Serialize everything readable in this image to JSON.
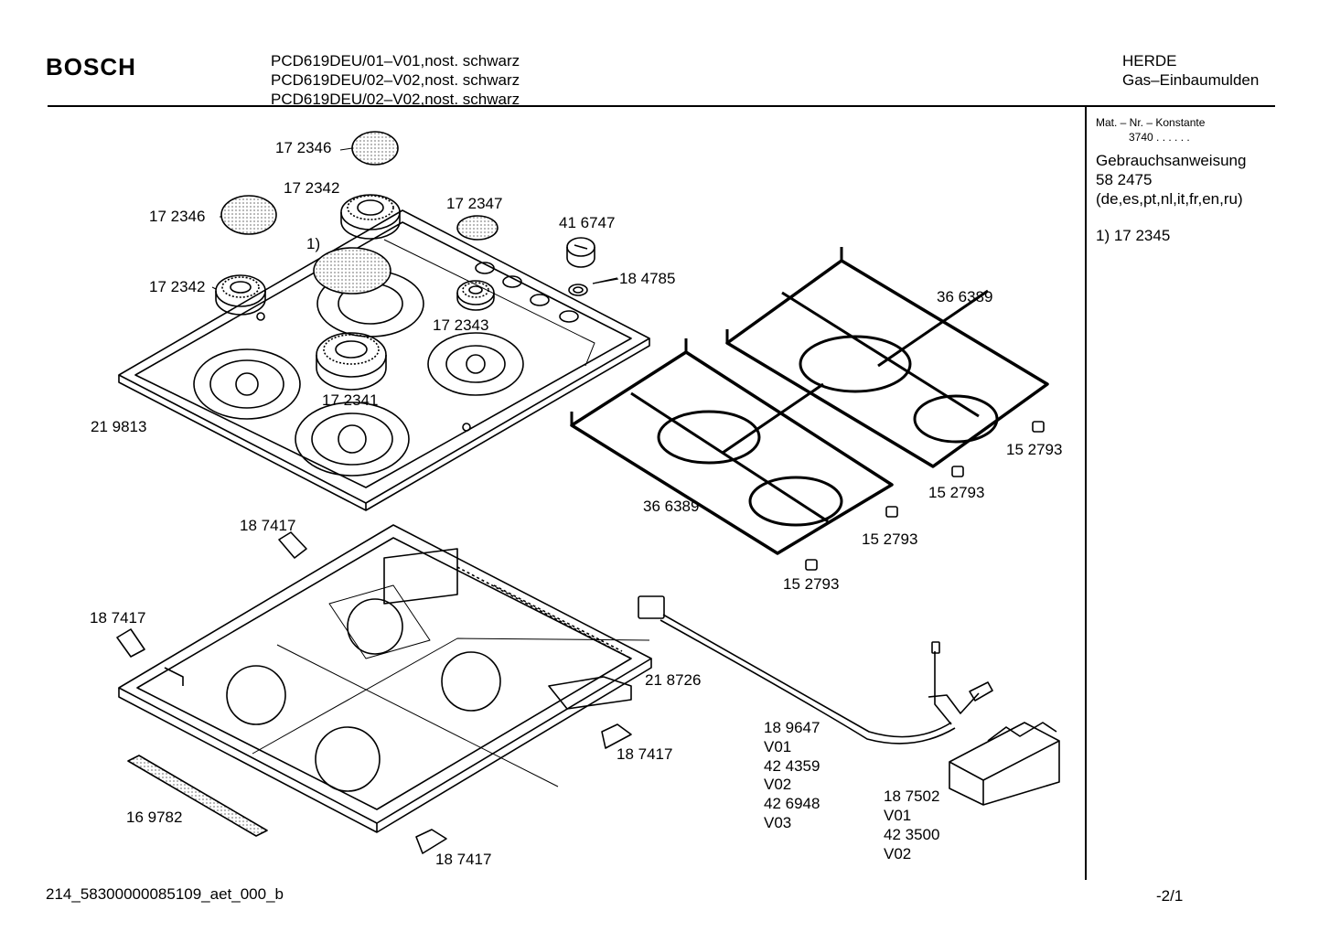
{
  "header": {
    "brand": "BOSCH",
    "models": [
      "PCD619DEU/01–V01,nost. schwarz",
      "PCD619DEU/02–V02,nost. schwarz",
      "PCD619DEU/02–V02,nost. schwarz"
    ],
    "category": "HERDE",
    "subcategory": "Gas–Einbaumulden"
  },
  "sidebar": {
    "mat_label": "Mat. – Nr. – Konstante",
    "mat_value": "3740 . .  .  .  .  .",
    "manual_title": "Gebrauchsanweisung",
    "manual_number": "58 2475",
    "manual_languages": "(de,es,pt,nl,it,fr,en,ru)",
    "note": "1)  17 2345"
  },
  "parts": [
    "17 2346",
    "17 2342",
    "17 2347",
    "17 2346",
    "1)",
    "41 6747",
    "17 2342",
    "18 4785",
    "17 2343",
    "36 6389",
    "17 2341",
    "21 9813",
    "15 2793",
    "15 2793",
    "36 6389",
    "15 2793",
    "15 2793",
    "18 7417",
    "18 7417",
    "21 8726",
    "18 9647",
    "V01",
    "42 4359",
    "V02",
    "42 6948",
    "V03",
    "18 7417",
    "18 7502",
    "V01",
    "42 3500",
    "V02",
    "16 9782",
    "18 7417"
  ],
  "footer": {
    "code": "214_58300000085109_aet_000_b",
    "page": "-2/1"
  }
}
